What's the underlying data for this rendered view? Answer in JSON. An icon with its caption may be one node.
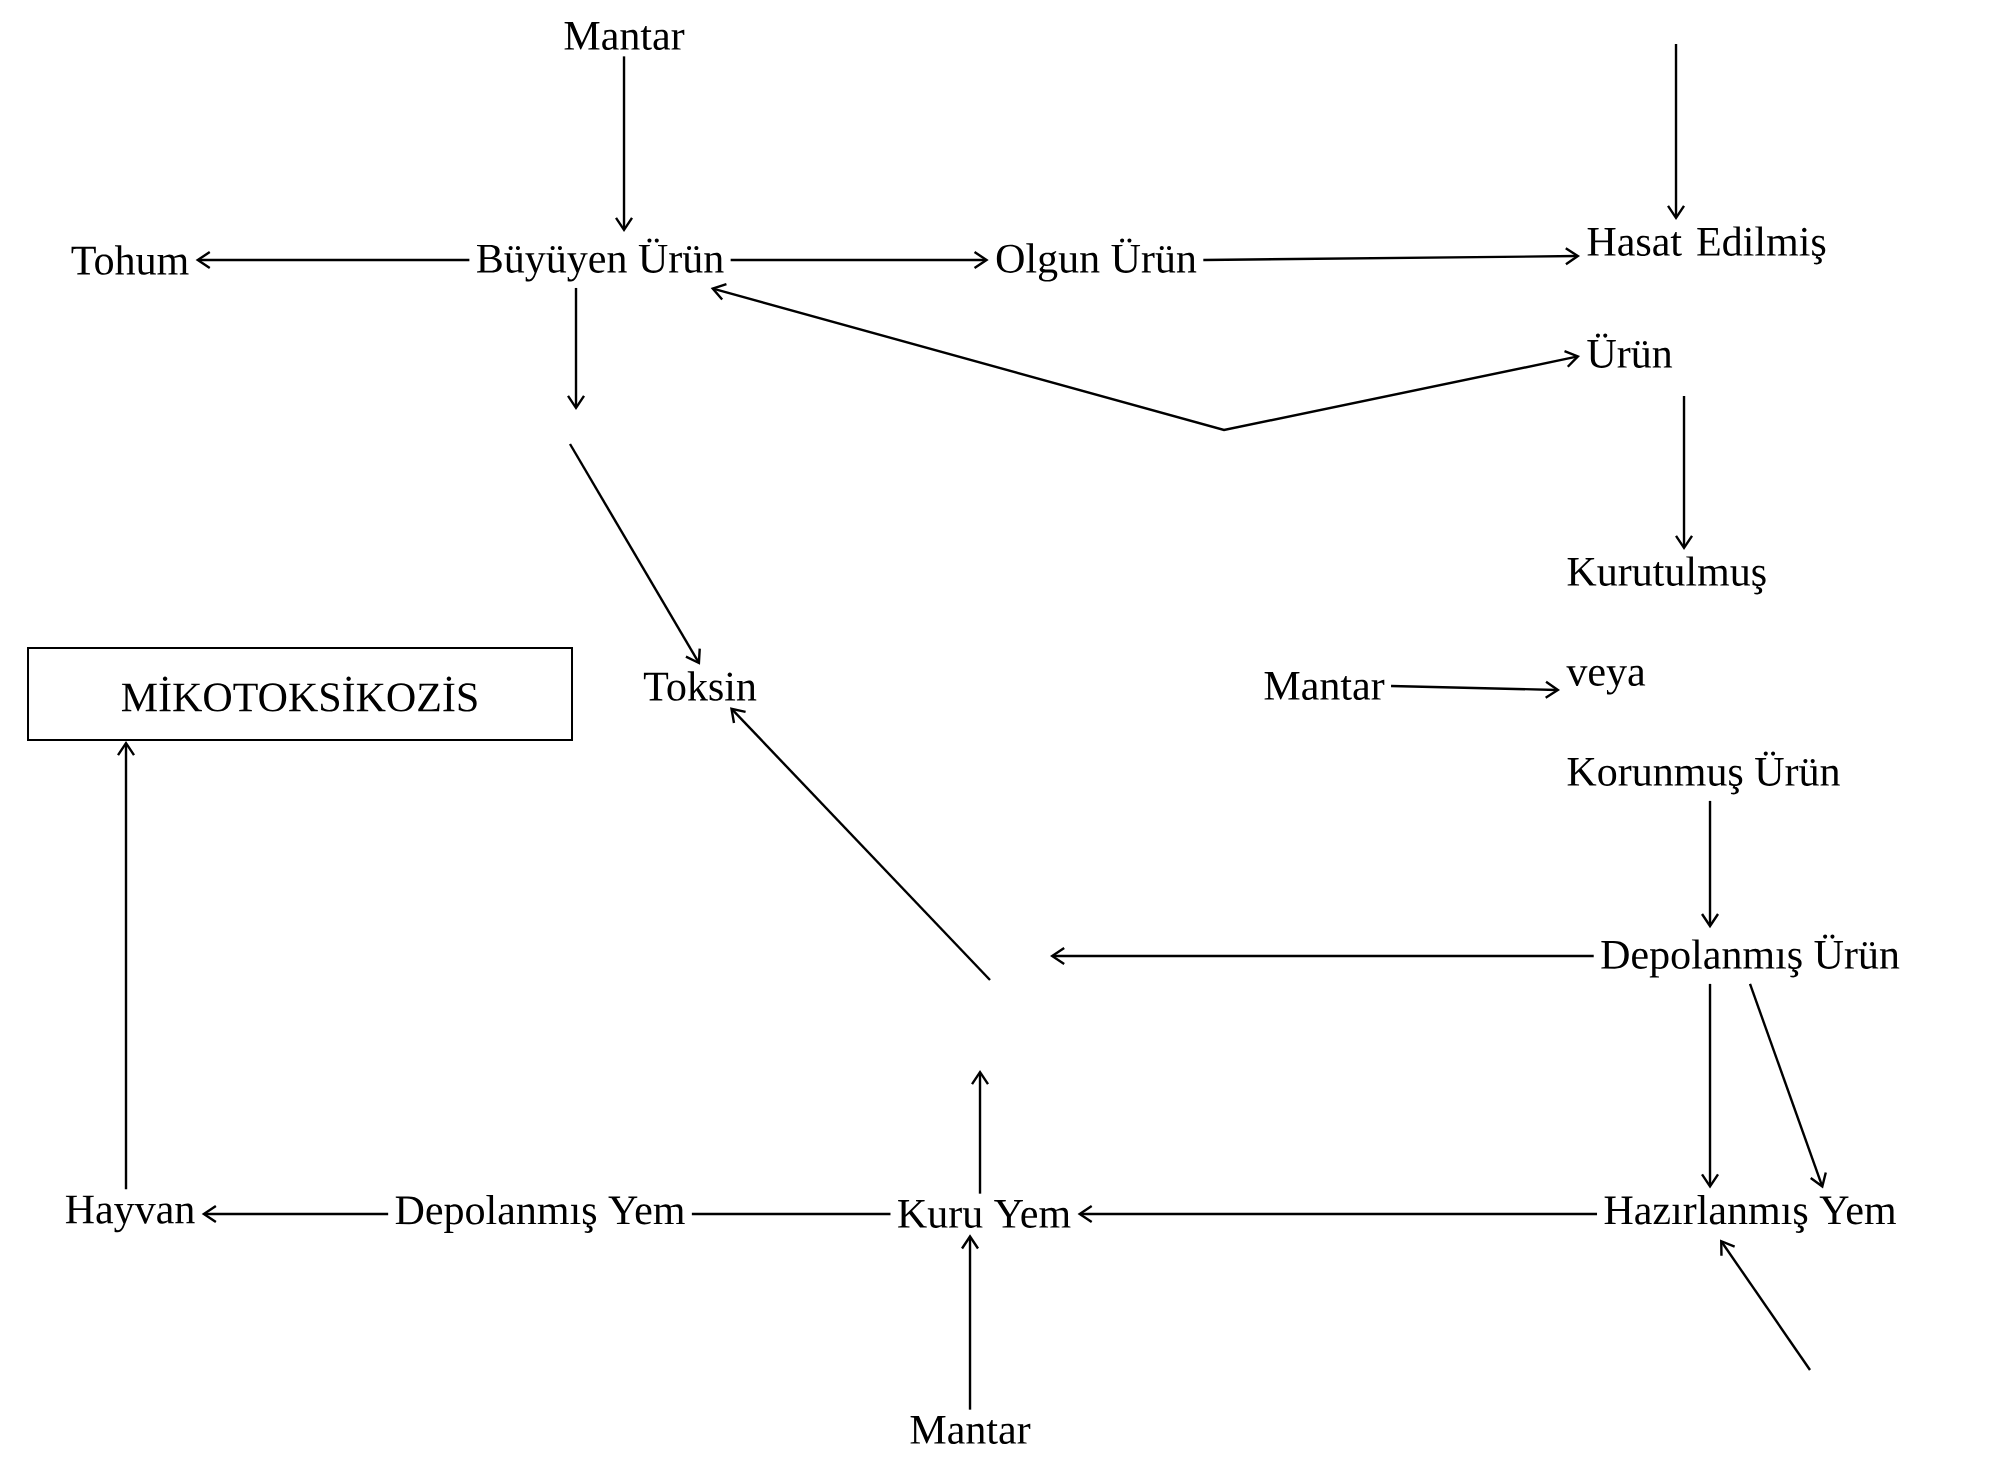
{
  "diagram": {
    "nodes": [
      {
        "text": [
          "Mantar"
        ]
      },
      {
        "text": [
          "Tohum"
        ]
      },
      {
        "text": [
          "Büyüyen Ürün"
        ]
      },
      {
        "text": [
          "Olgun Ürün"
        ]
      },
      {
        "text": [
          "Hasat Edilmiş Ürün"
        ]
      },
      {
        "text": [
          "MİKOTOKSİKOZİS"
        ]
      },
      {
        "text": [
          "Toksin"
        ]
      },
      {
        "text": [
          "Mantar"
        ]
      },
      {
        "text": [
          "Kurutulmuş",
          "veya",
          "Korunmuş Ürün"
        ]
      },
      {
        "text": [
          "Depolanmış Ürün"
        ]
      },
      {
        "text": [
          "Hayvan"
        ]
      },
      {
        "text": [
          "Depolanmış Yem"
        ]
      },
      {
        "text": [
          "Kuru Yem"
        ]
      },
      {
        "text": [
          "Hazırlanmış Yem"
        ]
      },
      {
        "text": [
          "Mantar"
        ]
      }
    ],
    "edges": [
      {
        "from": 0,
        "to": 2,
        "arrow": "to"
      },
      {
        "from": 2,
        "to": 1,
        "arrow": "to"
      },
      {
        "from": 2,
        "to": 3,
        "arrow": "to"
      },
      {
        "from": 3,
        "to": 4,
        "arrow": "to"
      },
      {
        "from": null,
        "to": 4,
        "arrow": "to"
      },
      {
        "from": 2,
        "to": 4,
        "arrow": "both"
      },
      {
        "from": 2,
        "to": null,
        "arrow": "to"
      },
      {
        "from": null,
        "to": 6,
        "arrow": "to"
      },
      {
        "from": 4,
        "to": 8,
        "arrow": "to"
      },
      {
        "from": 7,
        "to": 8,
        "arrow": "to"
      },
      {
        "from": 8,
        "to": 9,
        "arrow": "to"
      },
      {
        "from": 9,
        "to": null,
        "arrow": "to"
      },
      {
        "from": 9,
        "to": 13,
        "arrow": "to"
      },
      {
        "from": 9,
        "to": 13,
        "arrow": "to"
      },
      {
        "from": null,
        "to": 13,
        "arrow": "to"
      },
      {
        "from": 13,
        "to": 12,
        "arrow": "to"
      },
      {
        "from": 12,
        "to": 11,
        "arrow": "none"
      },
      {
        "from": 11,
        "to": 10,
        "arrow": "to"
      },
      {
        "from": 10,
        "to": 5,
        "arrow": "to"
      },
      {
        "from": 14,
        "to": 12,
        "arrow": "to"
      },
      {
        "from": 12,
        "to": null,
        "arrow": "to"
      },
      {
        "from": null,
        "to": 6,
        "arrow": "to"
      }
    ]
  }
}
